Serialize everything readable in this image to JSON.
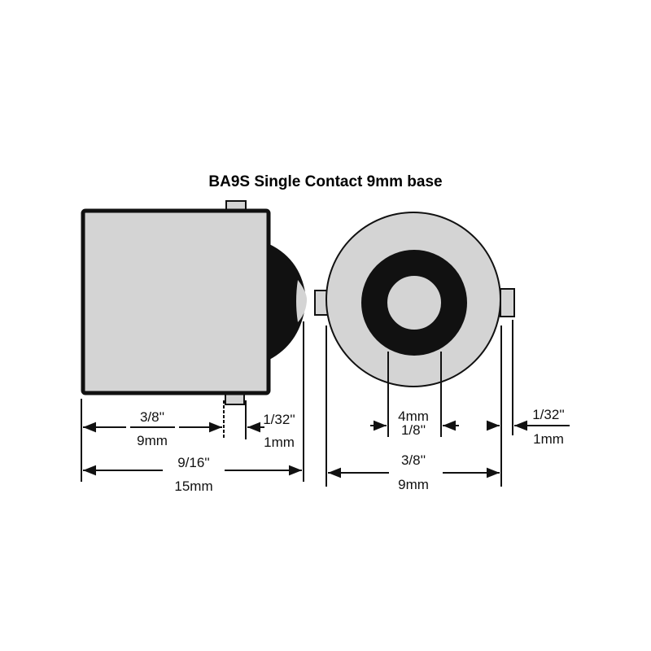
{
  "title": "BA9S Single Contact 9mm base",
  "colors": {
    "body": "#d4d4d4",
    "ink": "#111111",
    "background": "#ffffff"
  },
  "side_view": {
    "base_length": {
      "inch": "3/8''",
      "mm": "9mm"
    },
    "pin_width": {
      "inch": "1/32''",
      "mm": "1mm"
    },
    "total_length": {
      "inch": "9/16''",
      "mm": "15mm"
    }
  },
  "end_view": {
    "contact": {
      "mm": "4mm",
      "inch": "1/8''"
    },
    "pin_width": {
      "inch": "1/32''",
      "mm": "1mm"
    },
    "diameter": {
      "inch": "3/8''",
      "mm": "9mm"
    }
  }
}
